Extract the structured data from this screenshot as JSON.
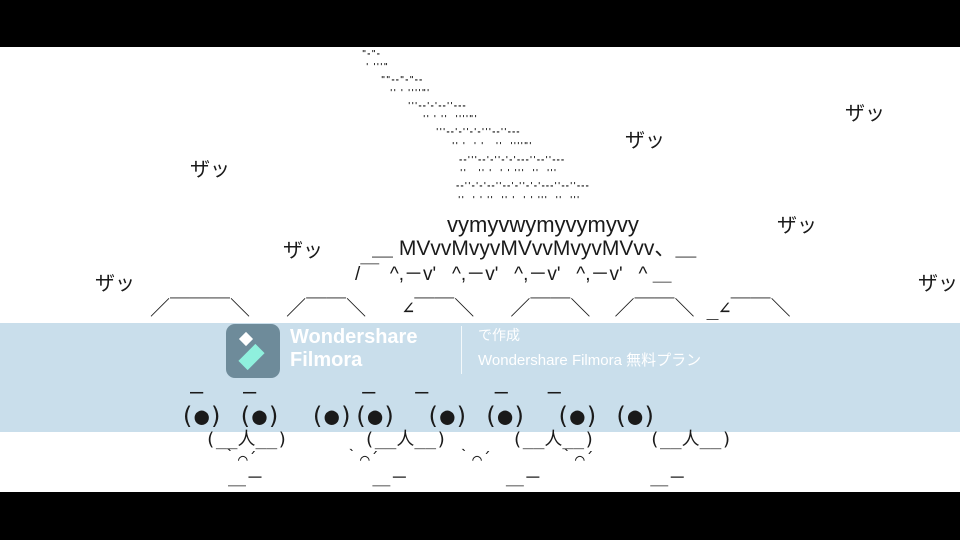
{
  "art": {
    "dots": [
      "\"-\"-",
      "' '''\"",
      "\"\"--\"-\"--",
      "'' ' ''''\"'",
      "'''--'-'--''---",
      "'' ' ''  ''''\"'",
      "'''--'-''-'-'''--''---",
      "'' '  ' '   ''  ''''\"'",
      "--'''--'-''-'-'---''--''---",
      "''   '' '  ' ' '''  ''  '''",
      "--''-'-'--''--'-''-'-'---''--''---",
      "''  ' ' ''  '' '  ' ' '''  ''  '''"
    ],
    "horn": "vymyvwymyvymyvy",
    "helmet": "＿ MVvvMvyvMVvvMvyvMVvv、＿",
    "rim": "/￣  ^,－v'   ^,－v'   ^,－v'   ^,－v'   ^ ＿",
    "heads": "／￣￣￣＼   ／￣￣＼   ∠￣￣＼   ／￣￣＼  ／￣￣＼ _∠￣￣＼",
    "brows": "—   —        —   —     —   —",
    "eyes": "(●) (●)  (●)(●)  (●) (●)  (●) (●)",
    "mouth": "(__人__)       (__人__)      (__人__)     (__人__)",
    "chin": "｀⌒´         ｀⌒´        ｀⌒´       ｀⌒´",
    "base": "＿－          ＿－         ＿－          ＿－",
    "sfx": "ザッ"
  },
  "watermark": {
    "brand_line1": "Wondershare",
    "brand_line2": "Filmora",
    "made_with": "で作成",
    "plan": "Wondershare Filmora 無料プラン"
  }
}
